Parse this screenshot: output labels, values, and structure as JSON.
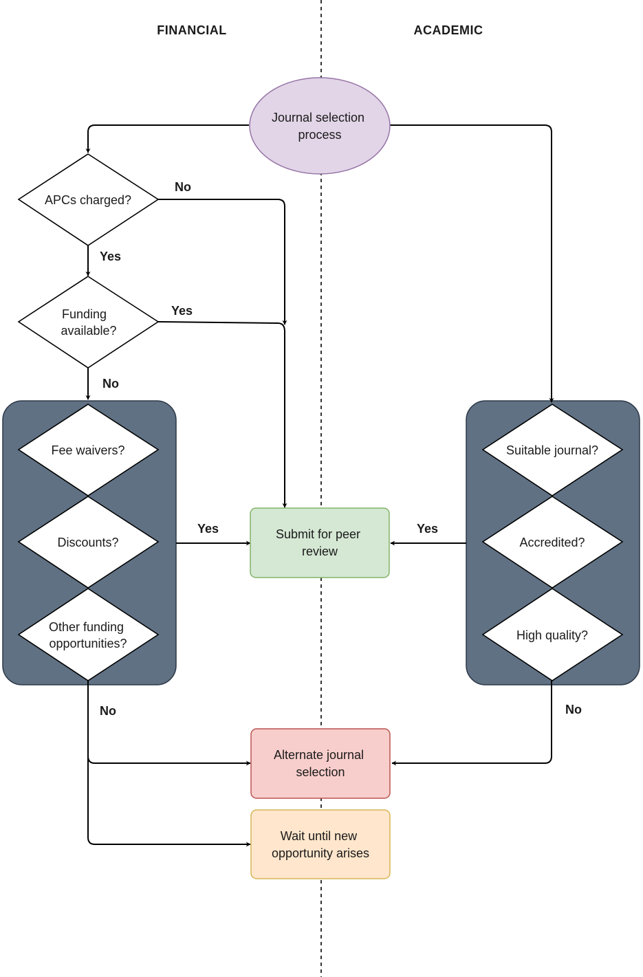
{
  "lanes": {
    "financial": "FINANCIAL",
    "academic": "ACADEMIC"
  },
  "start": [
    "Journal selection",
    "process"
  ],
  "decisions": {
    "apcs": [
      "APCs charged?"
    ],
    "funding": [
      "Funding",
      "available?"
    ],
    "fee_waivers": [
      "Fee waivers?"
    ],
    "discounts": [
      "Discounts?"
    ],
    "other_funding": [
      "Other funding",
      "opportunities?"
    ],
    "suitable": [
      "Suitable journal?"
    ],
    "accredited": [
      "Accredited?"
    ],
    "high_quality": [
      "High quality?"
    ]
  },
  "outcomes": {
    "submit": [
      "Submit for peer",
      "review"
    ],
    "alternate": [
      "Alternate journal",
      "selection"
    ],
    "wait": [
      "Wait until new",
      "opportunity arises"
    ]
  },
  "edge_labels": {
    "apcs_no": "No",
    "apcs_yes": "Yes",
    "funding_yes": "Yes",
    "funding_no": "No",
    "financial_yes": "Yes",
    "academic_yes": "Yes",
    "financial_no": "No",
    "academic_no": "No"
  },
  "colors": {
    "start_fill": "#e1d5e7",
    "start_stroke": "#9673a6",
    "submit_fill": "#d5e8d4",
    "submit_stroke": "#82b366",
    "alternate_fill": "#f8cecc",
    "alternate_stroke": "#b85450",
    "wait_fill": "#ffe6cc",
    "wait_stroke": "#d6b656",
    "group_fill": "#607184"
  }
}
